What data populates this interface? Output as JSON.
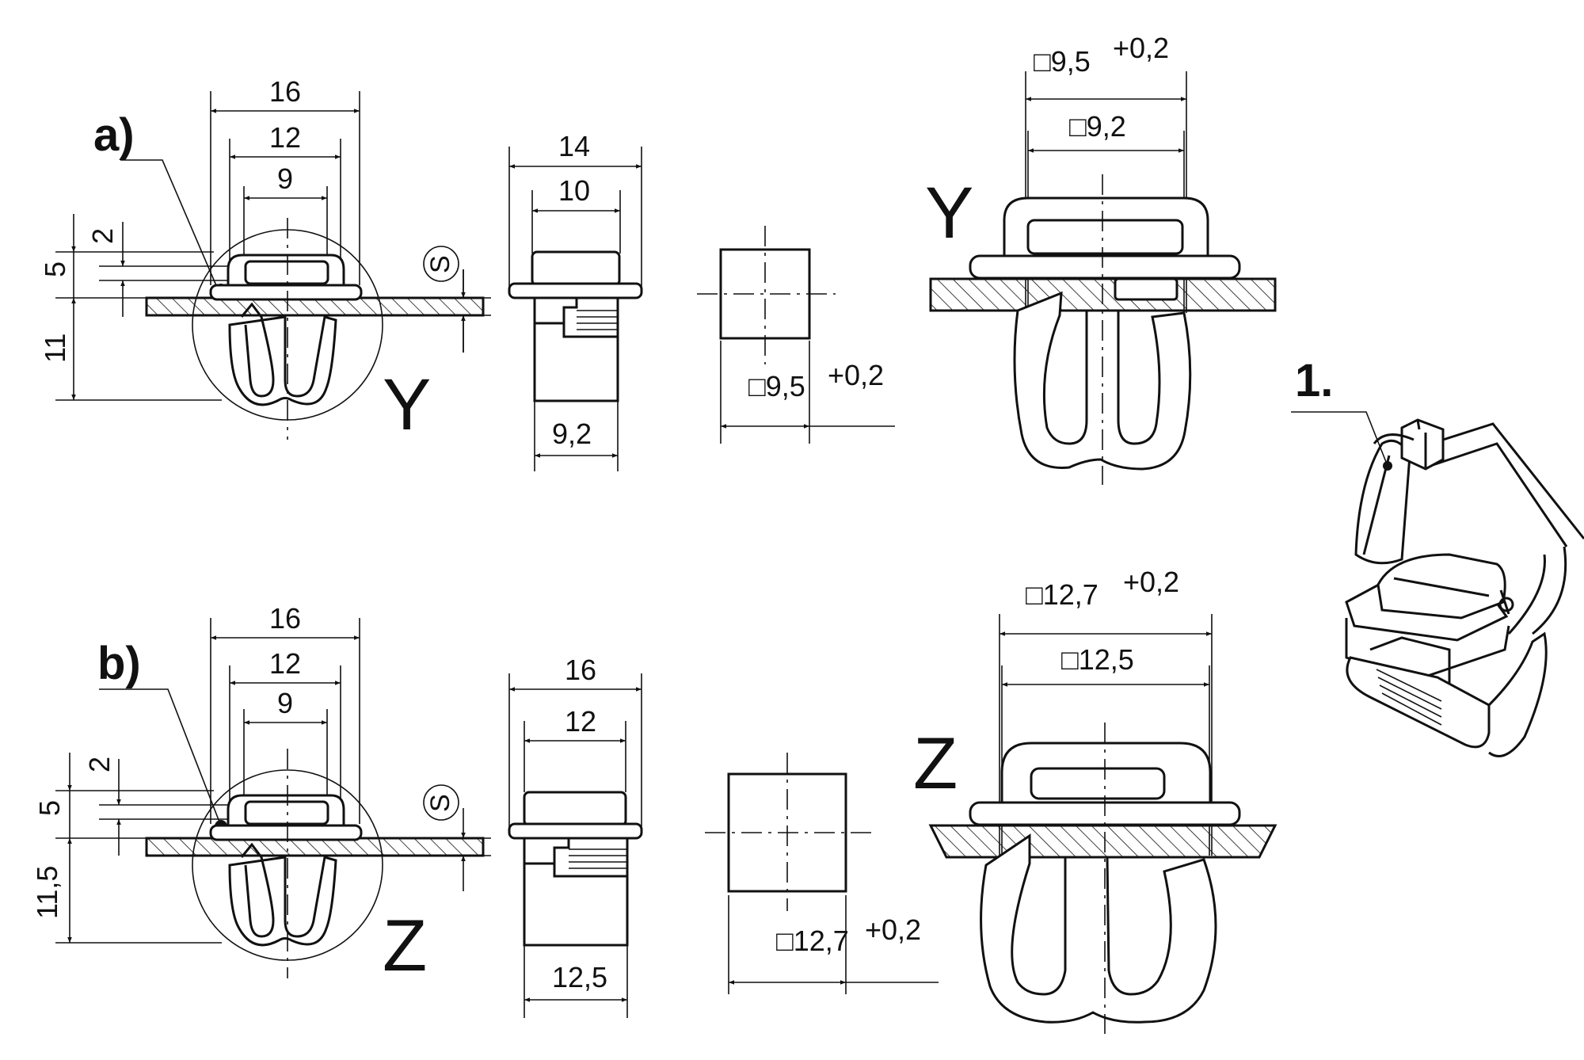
{
  "variant_a": {
    "label": "a)",
    "view_letter": "Y",
    "side_view": {
      "dim_overall": "16",
      "dim_mid": "12",
      "dim_inner": "9",
      "dim_2": "2",
      "dim_5": "5",
      "dim_depth": "11",
      "panel_symbol": "S"
    },
    "front_view": {
      "dim_top": "14",
      "dim_mid": "10",
      "dim_bottom": "9,2"
    },
    "hole": {
      "dim_label": "□9,5",
      "tolerance": "+0,2"
    },
    "mounted": {
      "letter": "Y",
      "dim_outer": "□9,5",
      "dim_outer_tol": "+0,2",
      "dim_inner": "□9,2"
    }
  },
  "variant_b": {
    "label": "b)",
    "view_letter": "Z",
    "side_view": {
      "dim_overall": "16",
      "dim_mid": "12",
      "dim_inner": "9",
      "dim_2": "2",
      "dim_5": "5",
      "dim_depth": "11,5",
      "panel_symbol": "S"
    },
    "front_view": {
      "dim_top": "16",
      "dim_mid": "12",
      "dim_bottom": "12,5"
    },
    "hole": {
      "dim_label": "□12,7",
      "tolerance": "+0,2"
    },
    "mounted": {
      "letter": "Z",
      "dim_outer": "□12,7",
      "dim_outer_tol": "+0,2",
      "dim_inner": "□12,5"
    }
  },
  "iso_view": {
    "label": "1."
  }
}
